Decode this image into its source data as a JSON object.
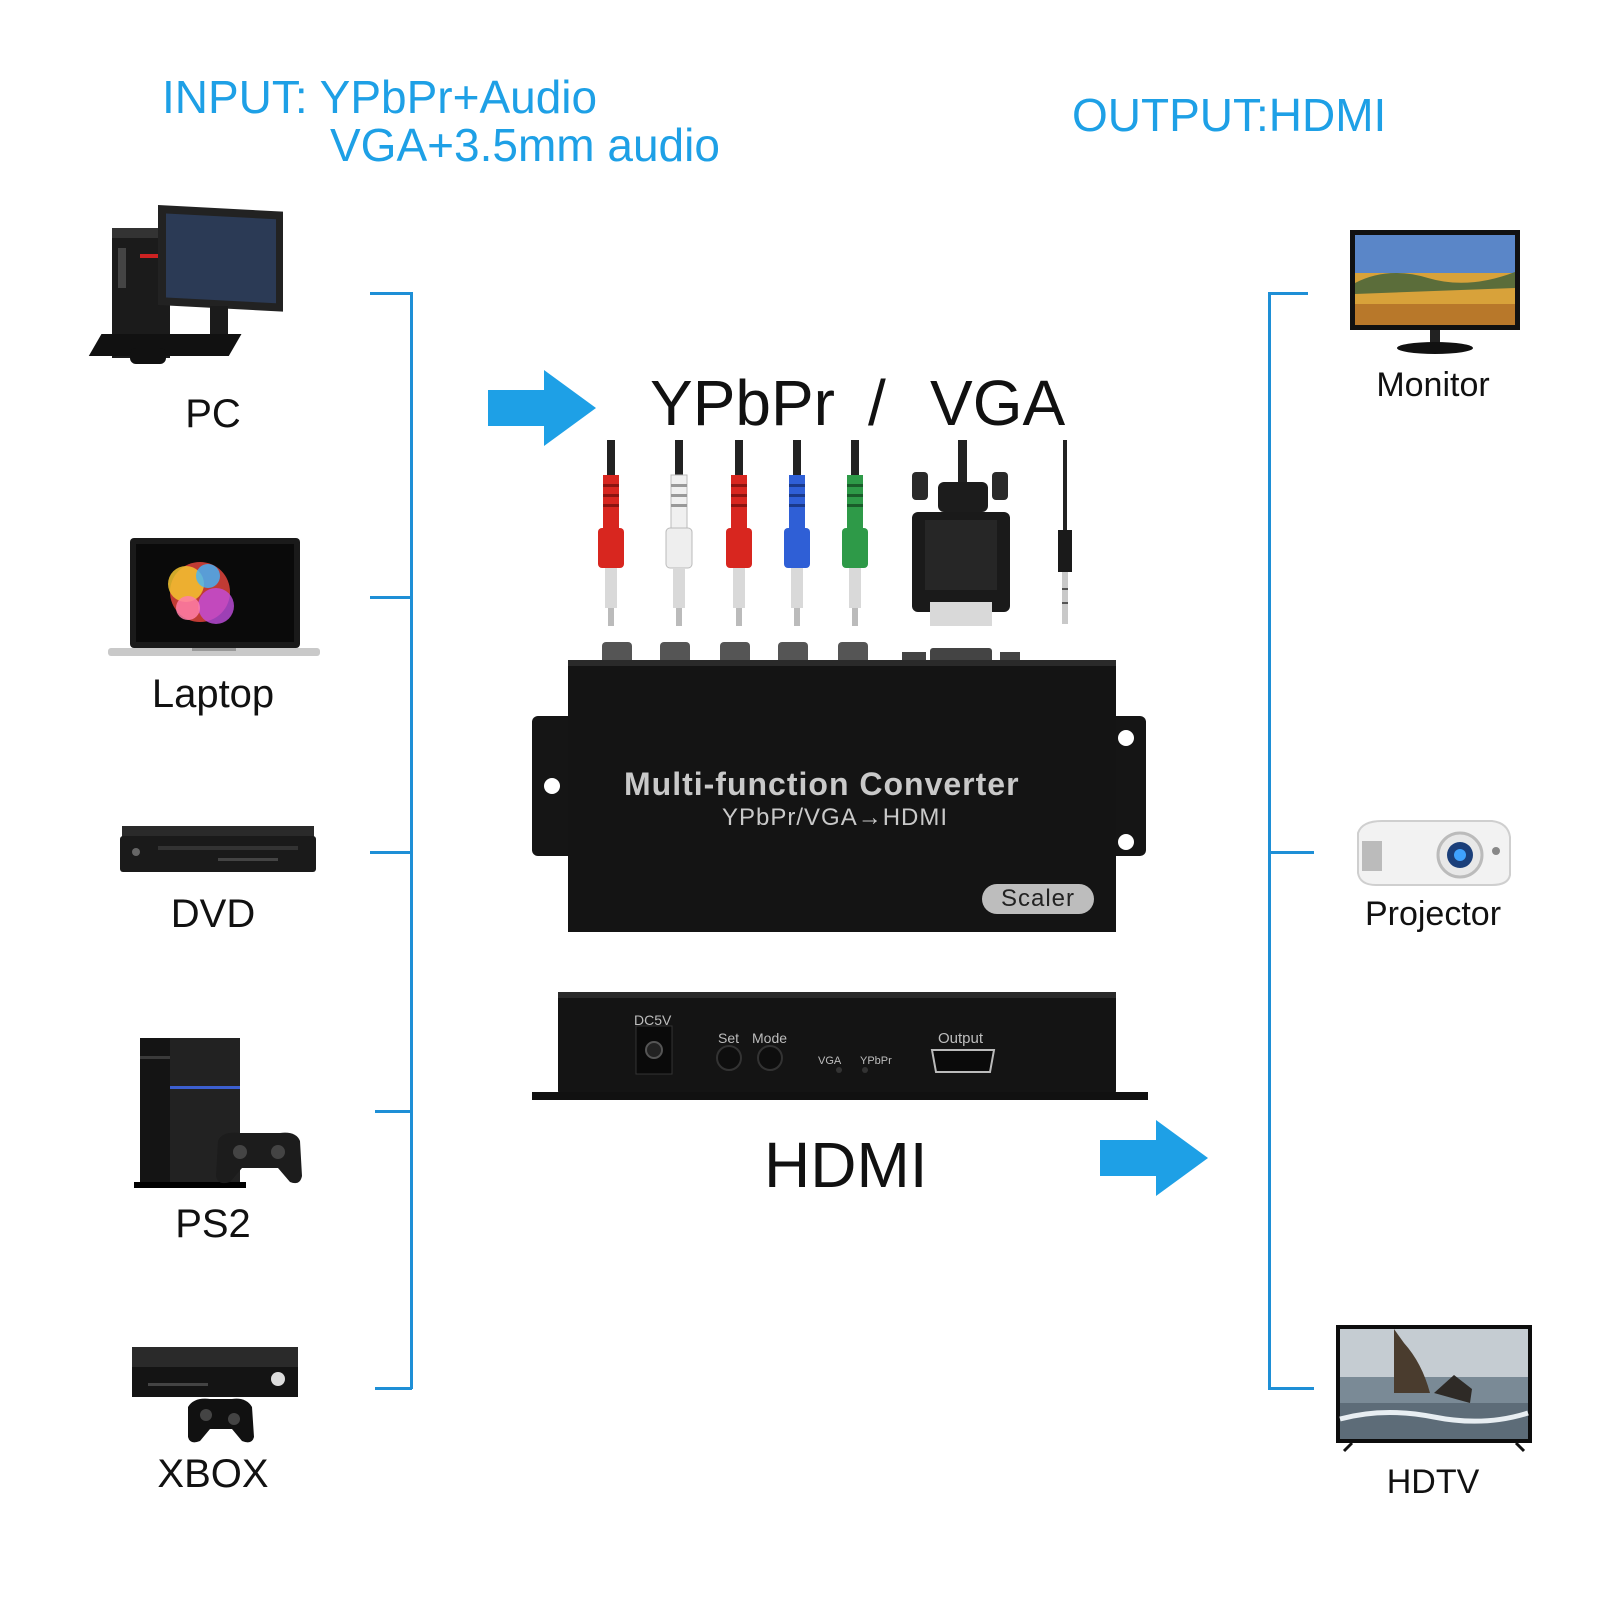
{
  "header": {
    "input_label": "INPUT:",
    "input_line1": "YPbPr+Audio",
    "input_line2": "VGA+3.5mm audio",
    "output_label": "OUTPUT:HDMI"
  },
  "inputs": [
    {
      "label": "PC",
      "icon": "pc-icon"
    },
    {
      "label": "Laptop",
      "icon": "laptop-icon"
    },
    {
      "label": "DVD",
      "icon": "dvd-player-icon"
    },
    {
      "label": "PS2",
      "icon": "game-console-icon"
    },
    {
      "label": "XBOX",
      "icon": "xbox-icon"
    }
  ],
  "outputs": [
    {
      "label": "Monitor",
      "icon": "monitor-icon"
    },
    {
      "label": "Projector",
      "icon": "projector-icon"
    },
    {
      "label": "HDTV",
      "icon": "tv-icon"
    }
  ],
  "center": {
    "input_ypbpr": "YPbPr",
    "input_sep": "/",
    "input_vga": "VGA",
    "output_hdmi": "HDMI"
  },
  "device": {
    "title": "Multi-function Converter",
    "subtitle": "YPbPr/VGA→HDMI",
    "badge": "Scaler",
    "rear_dc": "DC5V",
    "rear_set": "Set",
    "rear_mode": "Mode",
    "rear_led_vga": "VGA",
    "rear_led_ypbpr": "YPbPr",
    "rear_output": "Output"
  },
  "colors": {
    "accent": "#1ea0e6",
    "rca_red": "#d8261f",
    "rca_white": "#eeeeee",
    "rca_blue": "#2f5fd6",
    "rca_green": "#2e9a48",
    "device_body": "#141414"
  }
}
